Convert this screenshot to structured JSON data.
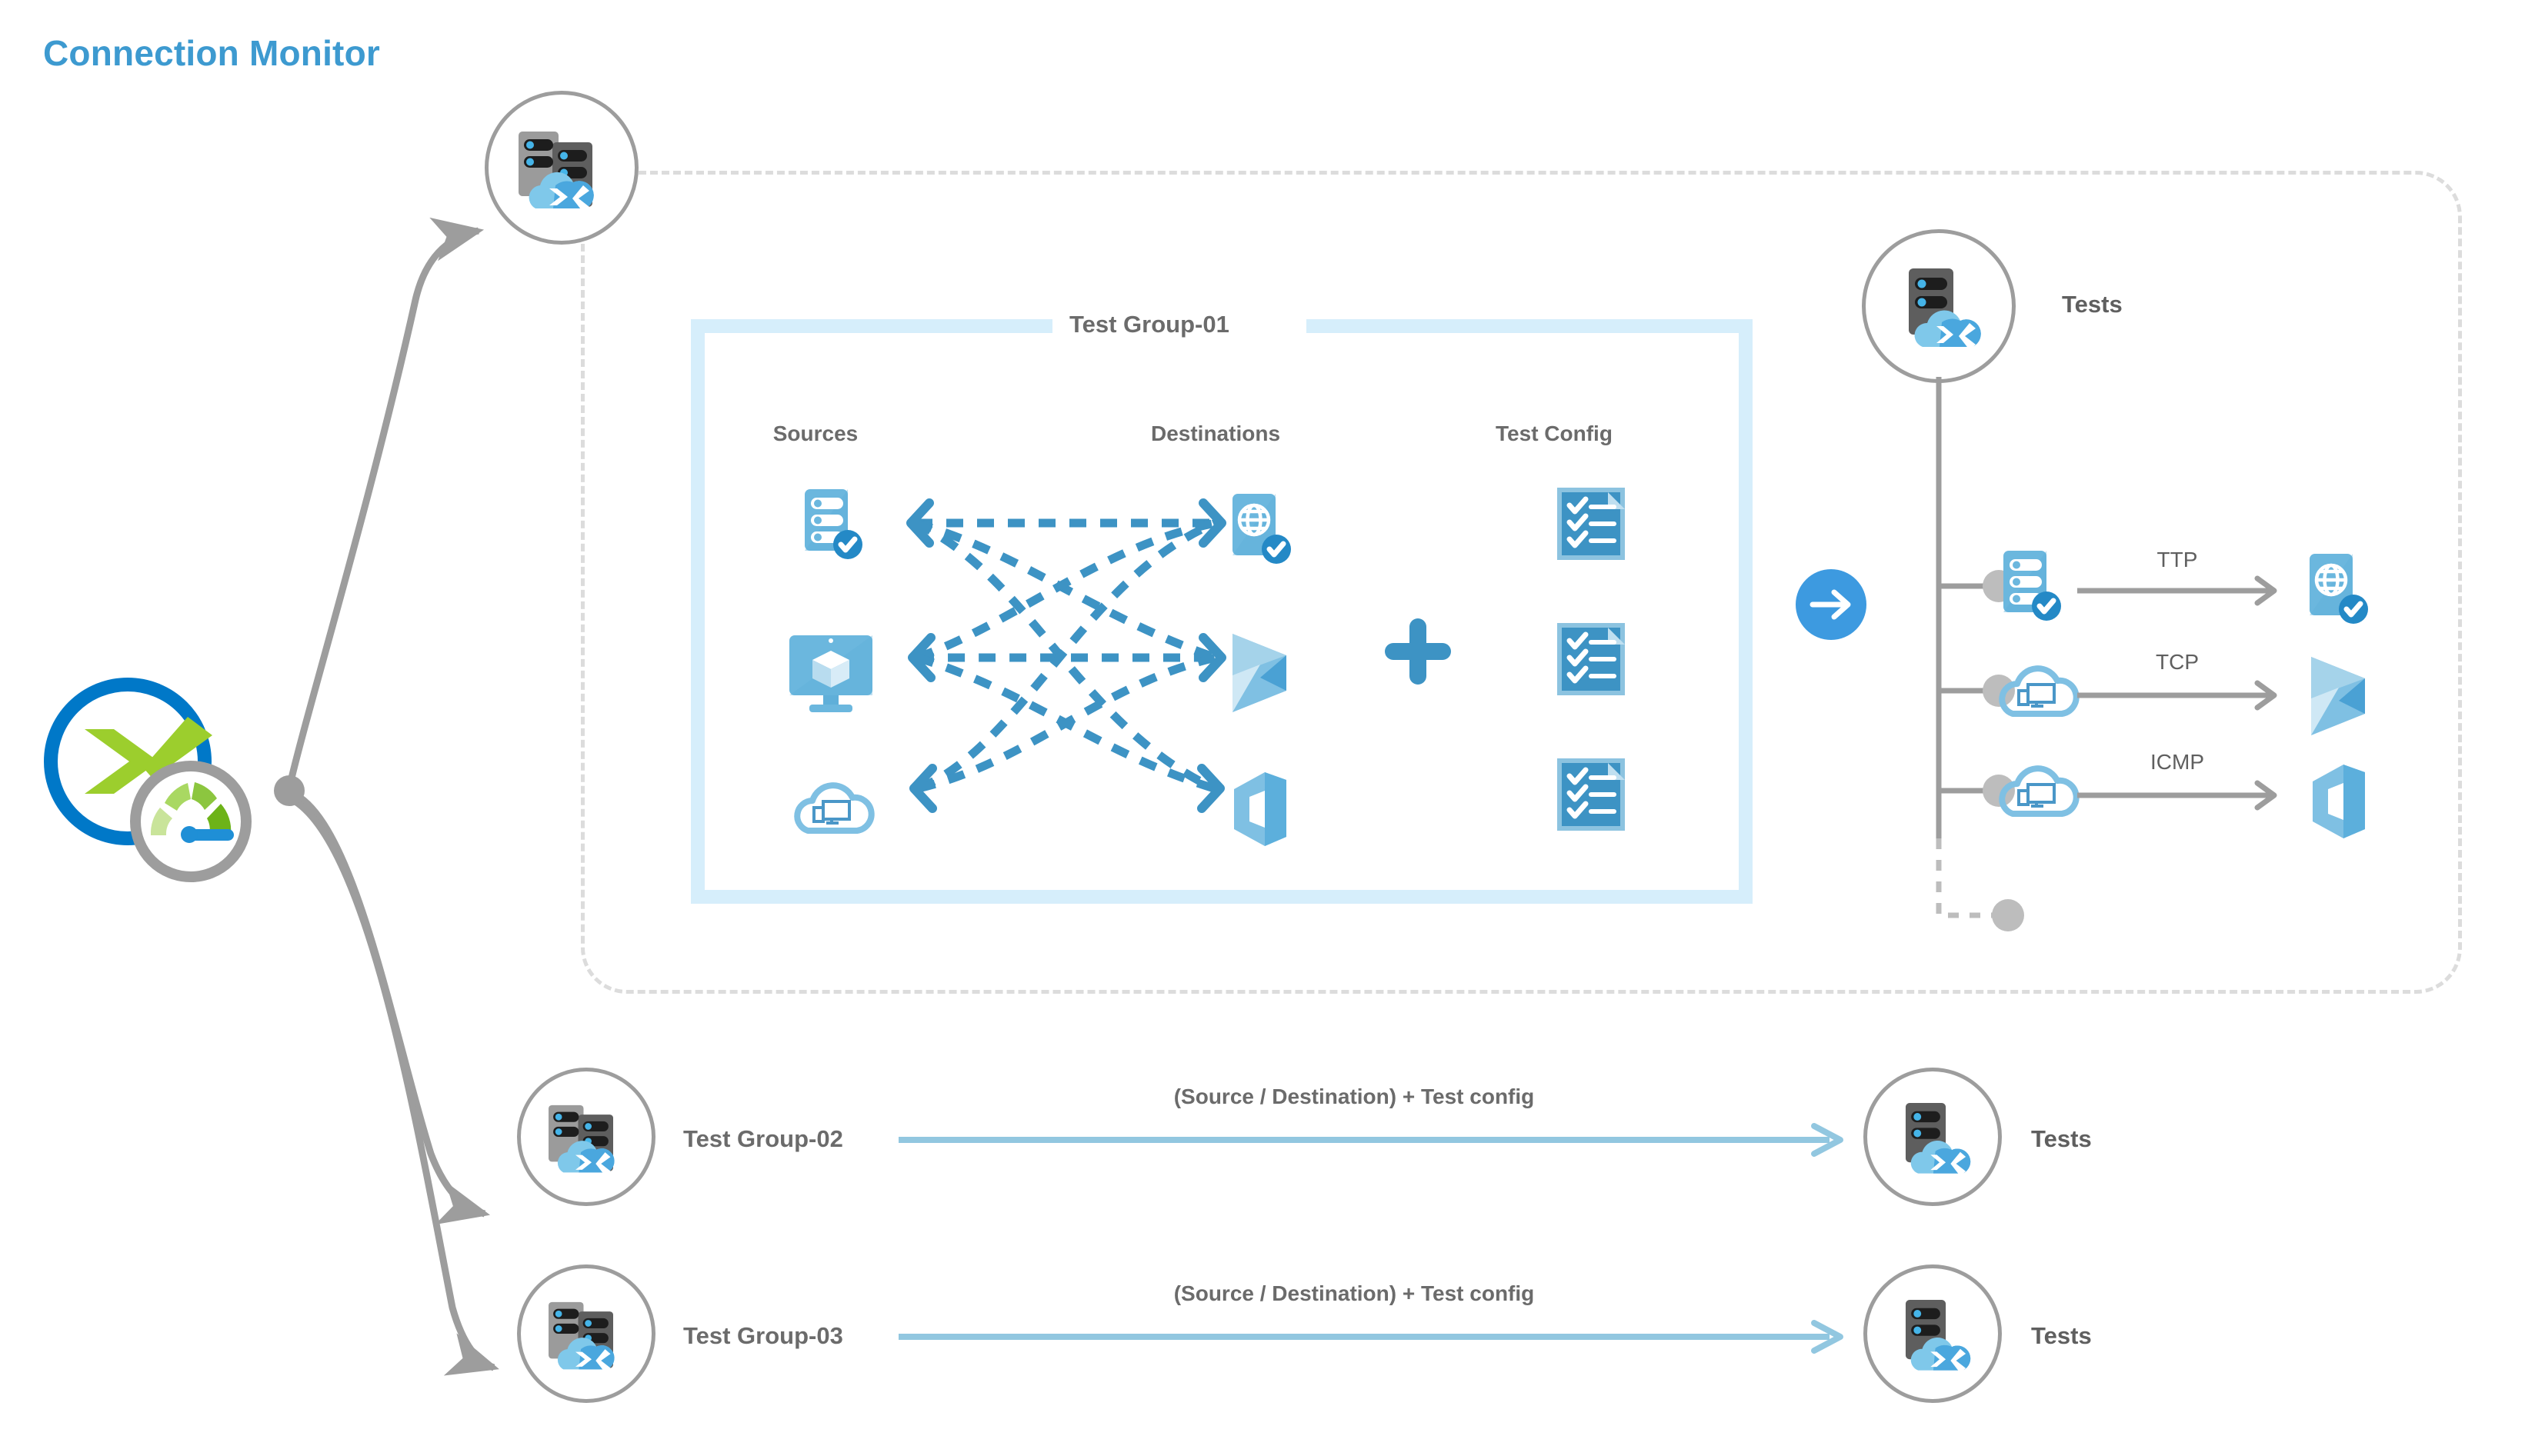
{
  "page": {
    "title": "Connection Monitor",
    "title_color": "#3d9ad0"
  },
  "colors": {
    "accent_blue": "#3d9ad0",
    "light_blue": "#7fc0e3",
    "pale_blue": "#d6eefb",
    "gray_text": "#6b6b6b",
    "gray_line": "#9d9d9d",
    "dashed_gray": "#dcdcdc",
    "brand_green": "#9cce2d",
    "brand_blue": "#0078c8"
  },
  "network_watcher": {
    "icon": "network-watcher-icon",
    "gauge_icon": "gauge-icon"
  },
  "test_group_01": {
    "title": "Test Group-01",
    "node_icon": "servers-cloud-icon",
    "columns": [
      {
        "label": "Sources"
      },
      {
        "label": "Destinations"
      },
      {
        "label": "Test Config"
      }
    ],
    "sources": [
      {
        "icon": "server-check-icon",
        "name": "source-server"
      },
      {
        "icon": "monitor-vm-icon",
        "name": "source-vm"
      },
      {
        "icon": "cloud-devices-icon",
        "name": "source-cloud-endpoint"
      }
    ],
    "destinations": [
      {
        "icon": "web-app-check-icon",
        "name": "destination-web-app"
      },
      {
        "icon": "dynamics-icon",
        "name": "destination-dynamics"
      },
      {
        "icon": "office-icon",
        "name": "destination-office"
      }
    ],
    "test_configs": [
      {
        "icon": "checklist-icon",
        "name": "test-config-1"
      },
      {
        "icon": "checklist-icon",
        "name": "test-config-2"
      },
      {
        "icon": "checklist-icon",
        "name": "test-config-3"
      }
    ],
    "plus_symbol": "+",
    "arrow_icon": "arrow-right-circle-icon"
  },
  "tests_panel": {
    "label": "Tests",
    "node_icon": "server-cloud-icon",
    "rows": [
      {
        "protocol": "TTP",
        "source_icon": "server-check-icon",
        "destination_icon": "web-app-check-icon"
      },
      {
        "protocol": "TCP",
        "source_icon": "cloud-devices-icon",
        "destination_icon": "dynamics-icon"
      },
      {
        "protocol": "ICMP",
        "source_icon": "cloud-devices-icon",
        "destination_icon": "office-icon"
      }
    ]
  },
  "other_groups": [
    {
      "label": "Test Group-02",
      "node_icon": "servers-cloud-icon",
      "link_label": "(Source / Destination) + Test config",
      "tests_label": "Tests",
      "tests_icon": "server-cloud-icon"
    },
    {
      "label": "Test Group-03",
      "node_icon": "servers-cloud-icon",
      "link_label": "(Source / Destination) + Test config",
      "tests_label": "Tests",
      "tests_icon": "server-cloud-icon"
    }
  ]
}
